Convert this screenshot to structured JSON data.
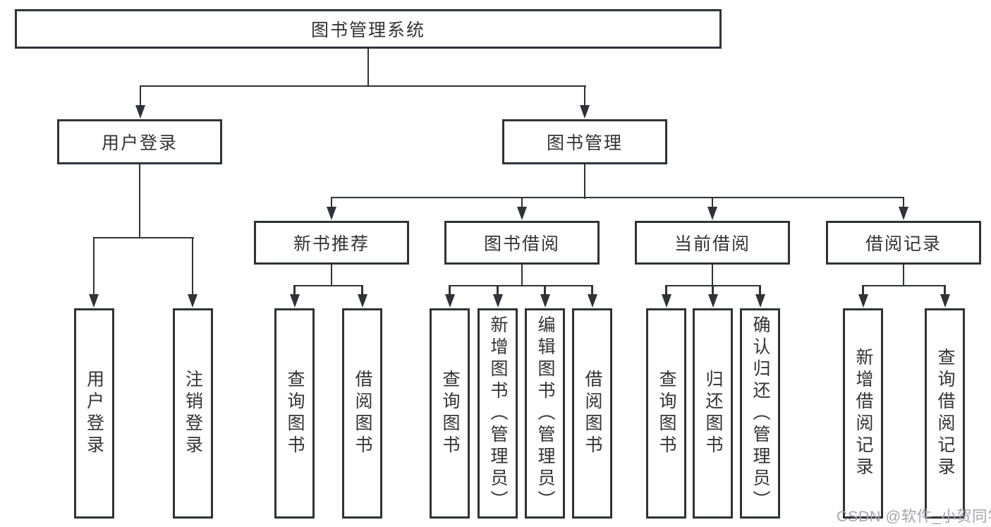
{
  "chart": {
    "root": {
      "label": "图书管理系统"
    },
    "login": {
      "label": "用户登录",
      "leaves": [
        {
          "label": "用户登录"
        },
        {
          "label": "注销登录"
        }
      ]
    },
    "mgmt": {
      "label": "图书管理",
      "sections": [
        {
          "label": "新书推荐",
          "leaves": [
            {
              "label": "查询图书"
            },
            {
              "label": "借阅图书"
            }
          ]
        },
        {
          "label": "图书借阅",
          "leaves": [
            {
              "label": "查询图书"
            },
            {
              "label": "新增图书（管理员）"
            },
            {
              "label": "编辑图书（管理员）"
            },
            {
              "label": "借阅图书"
            }
          ]
        },
        {
          "label": "当前借阅",
          "leaves": [
            {
              "label": "查询图书"
            },
            {
              "label": "归还图书"
            },
            {
              "label": "确认归还（管理员）"
            }
          ]
        },
        {
          "label": "借阅记录",
          "leaves": [
            {
              "label": "新增借阅记录"
            },
            {
              "label": "查询借阅记录"
            }
          ]
        }
      ]
    }
  },
  "watermark": "CSDN @软件_小贺同学",
  "colors": {
    "line": "#2f3338",
    "text": "#333333",
    "watermark": "#a7a4ab",
    "background": "#ffffff"
  }
}
